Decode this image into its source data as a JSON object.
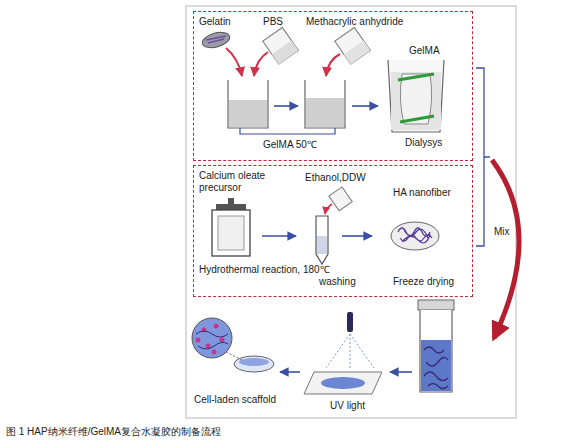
{
  "diagram": {
    "caption": "图 1 HAP纳米纤维/GelMA复合水凝胶的制备流程",
    "nodes": [
      {
        "text": [
          "Gelatin",
          "PBS",
          "Methacrylic anhydride",
          "GelMA",
          "GelMA 50℃",
          "Dialysys"
        ]
      },
      {
        "text": [
          "Calcium oleate precursor",
          "Ethanol,DDW",
          "HA nanofiber",
          "Hydrothermal reaction, 180℃",
          "washing",
          "Freeze drying"
        ]
      }
    ],
    "labels": [
      "Mix",
      "UV light",
      "Cell-laden scaffold"
    ]
  }
}
